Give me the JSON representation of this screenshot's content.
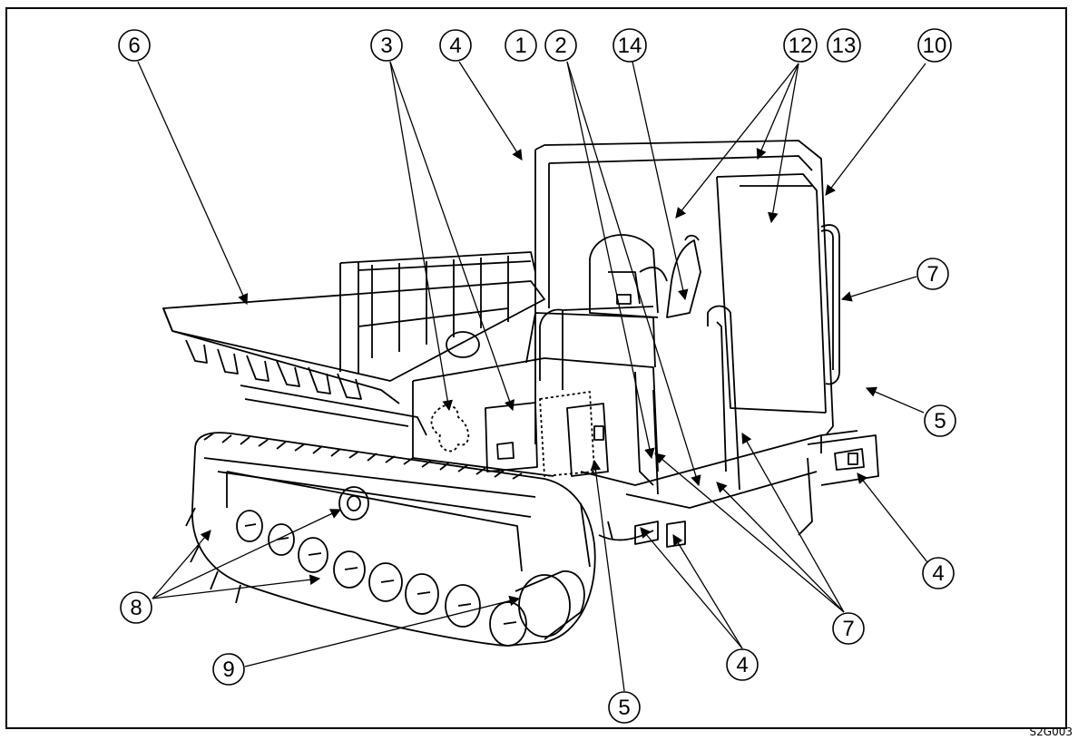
{
  "figure_code": "S2G003",
  "callouts": [
    {
      "id": "c6a",
      "label": "6"
    },
    {
      "id": "c3a",
      "label": "3"
    },
    {
      "id": "c4a",
      "label": "4"
    },
    {
      "id": "c1a",
      "label": "1"
    },
    {
      "id": "c2a",
      "label": "2"
    },
    {
      "id": "c14a",
      "label": "14"
    },
    {
      "id": "c12a",
      "label": "12"
    },
    {
      "id": "c13a",
      "label": "13"
    },
    {
      "id": "c10a",
      "label": "10"
    },
    {
      "id": "c7a",
      "label": "7"
    },
    {
      "id": "c5a",
      "label": "5"
    },
    {
      "id": "c4b",
      "label": "4"
    },
    {
      "id": "c8a",
      "label": "8"
    },
    {
      "id": "c9a",
      "label": "9"
    },
    {
      "id": "c5b",
      "label": "5"
    },
    {
      "id": "c4c",
      "label": "4"
    },
    {
      "id": "c7b",
      "label": "7"
    }
  ]
}
